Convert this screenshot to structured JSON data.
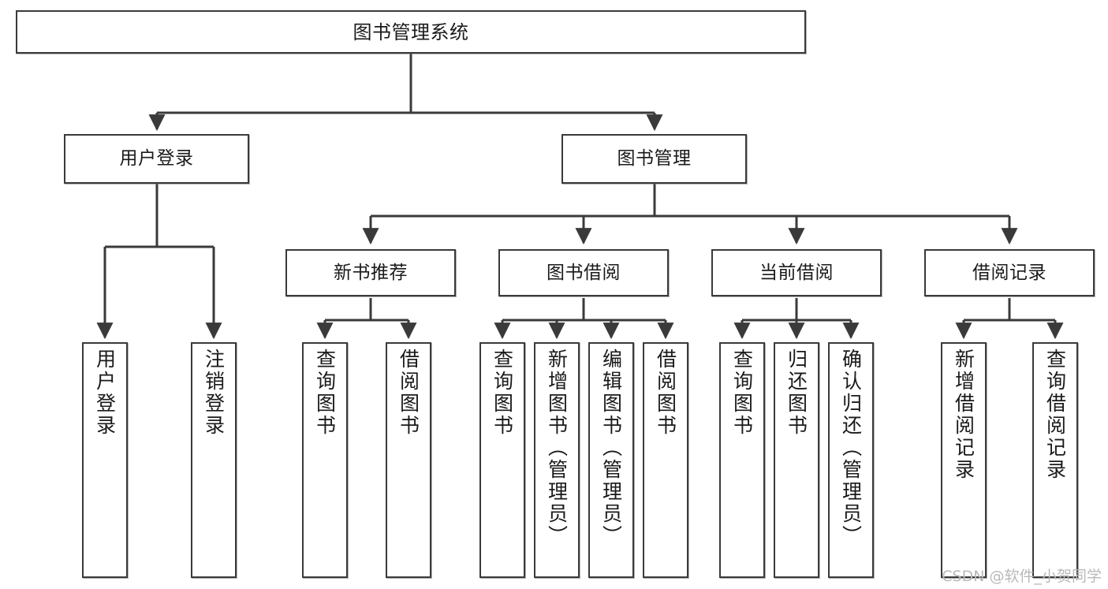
{
  "diagram": {
    "title": "图书管理系统",
    "watermark": "CSDN @软件_小贺同学",
    "colors": {
      "box_border": "#3a3a3a",
      "box_fill": "#ffffff",
      "connector": "#3a3a3a",
      "background": "#ffffff",
      "watermark": "#b9b9b9"
    },
    "root": {
      "label": "图书管理系统"
    },
    "level2": [
      {
        "label": "用户登录"
      },
      {
        "label": "图书管理"
      }
    ],
    "level3": [
      {
        "label": "新书推荐"
      },
      {
        "label": "图书借阅"
      },
      {
        "label": "当前借阅"
      },
      {
        "label": "借阅记录"
      }
    ],
    "leaves": {
      "user_login": [
        {
          "label": "用户登录"
        },
        {
          "label": "注销登录"
        }
      ],
      "new_book_recommend": [
        {
          "label": "查询图书"
        },
        {
          "label": "借阅图书"
        }
      ],
      "book_borrow": [
        {
          "label": "查询图书"
        },
        {
          "label": "新增图书（管理员）"
        },
        {
          "label": "编辑图书（管理员）"
        },
        {
          "label": "借阅图书"
        }
      ],
      "current_borrow": [
        {
          "label": "查询图书"
        },
        {
          "label": "归还图书"
        },
        {
          "label": "确认归还（管理员）"
        }
      ],
      "borrow_record": [
        {
          "label": "新增借阅记录"
        },
        {
          "label": "查询借阅记录"
        }
      ]
    }
  }
}
